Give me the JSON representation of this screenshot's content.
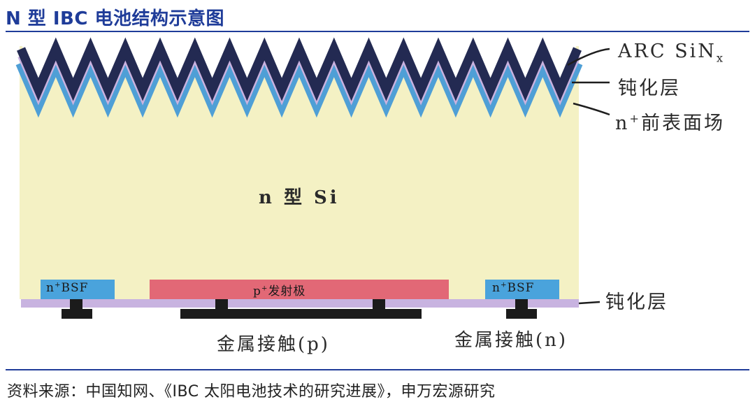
{
  "title": "N 型 IBC 电池结构示意图",
  "diagram": {
    "bulk_label": "n 型 Si",
    "layers_right": {
      "arc": "ARC SiN",
      "arc_sub": "x",
      "passivation_top": "钝化层",
      "front_field_prefix": "n",
      "front_field_sup": "+",
      "front_field_rest": "前表面场",
      "passivation_bottom": "钝化层"
    },
    "rear": {
      "bsf_prefix": "n",
      "bsf_sup": "+",
      "bsf_rest": "BSF",
      "emitter_prefix": "p",
      "emitter_sup": "+",
      "emitter_rest": "发射极"
    },
    "contacts": {
      "p_label": "金属接触(p)",
      "n_label": "金属接触(n)"
    },
    "colors": {
      "bulk": "#f4f1c4",
      "arc": "#232a52",
      "passivation": "#c9b2df",
      "front_field": "#4f9fd6",
      "bsf": "#4aa3dc",
      "emitter": "#e26876",
      "rear_passivation": "#c8b3e0",
      "metal": "#1b1b1b"
    }
  },
  "source": "资料来源：中国知网、《IBC 太阳电池技术的研究进展》，申万宏源研究"
}
